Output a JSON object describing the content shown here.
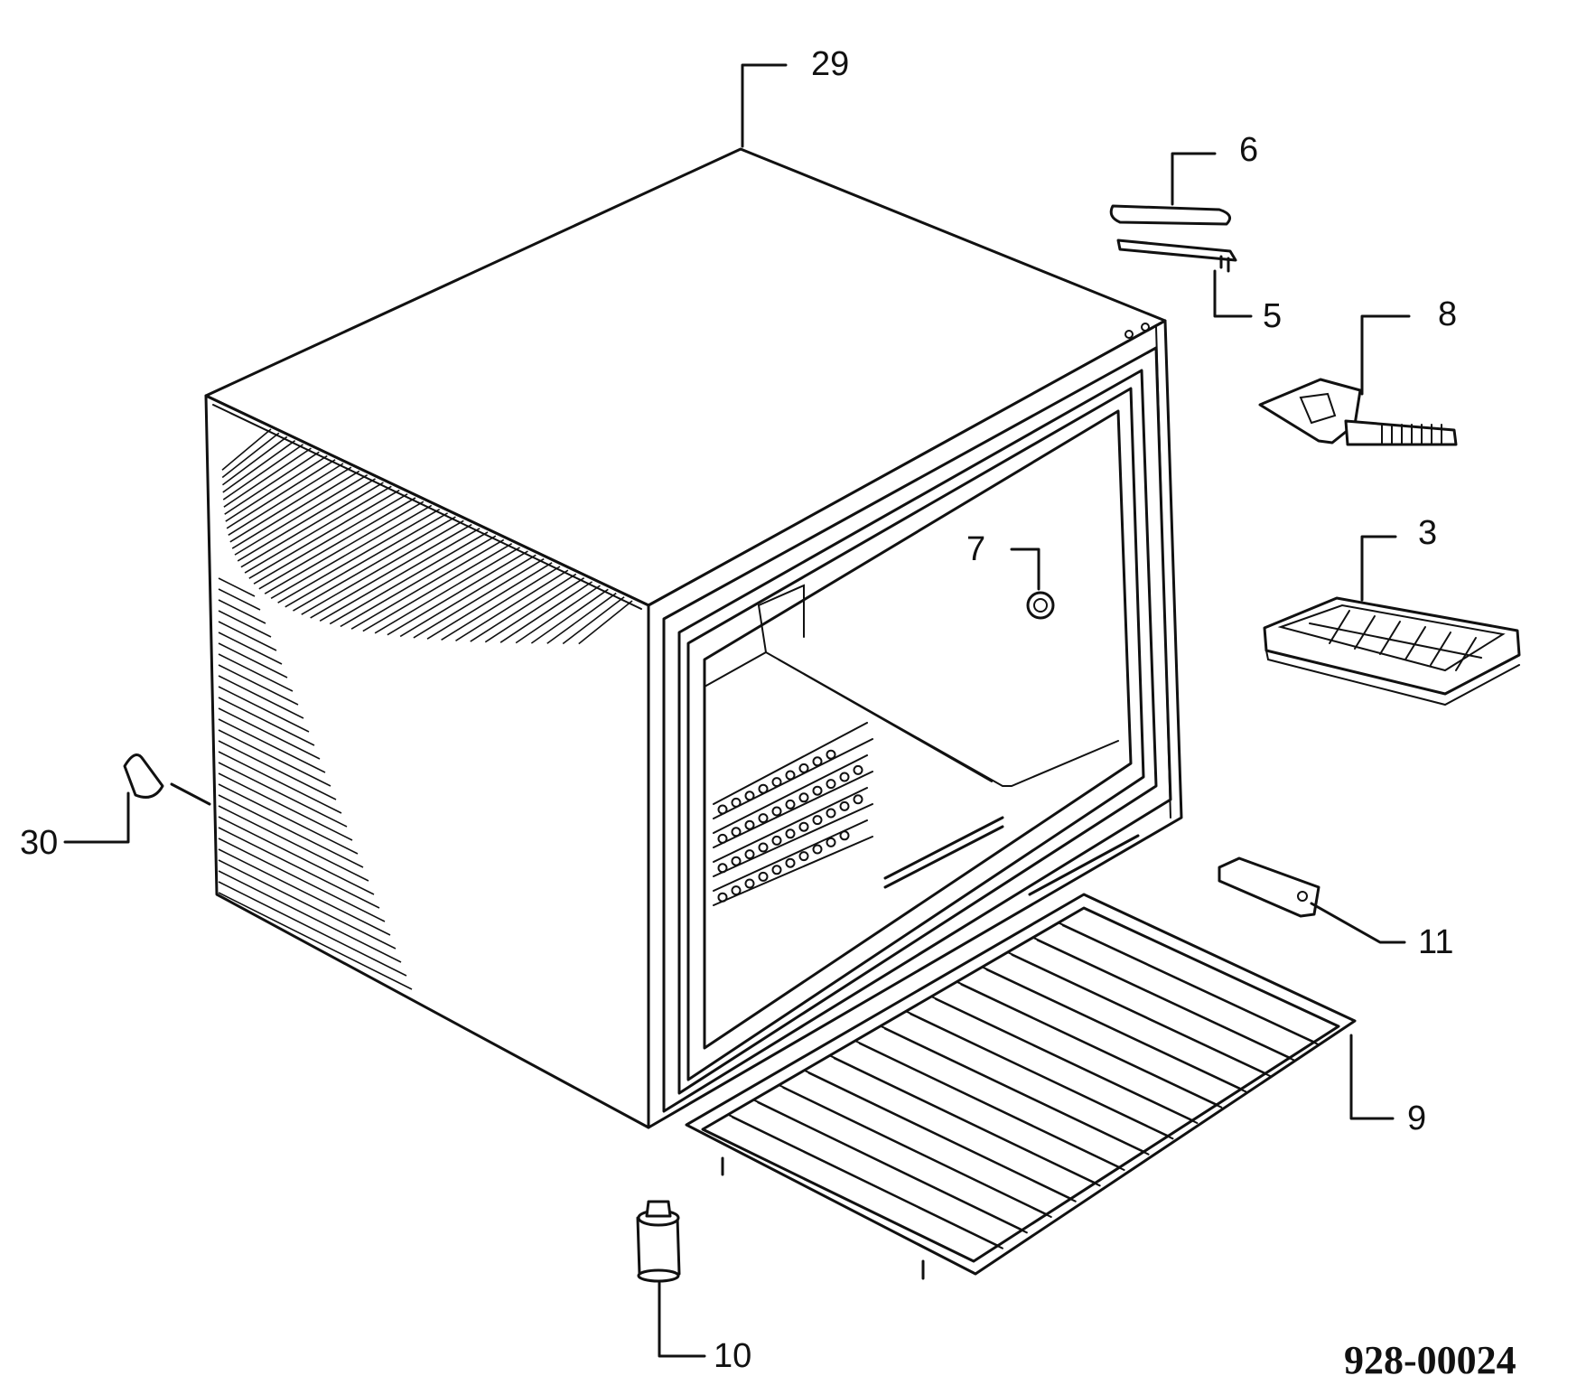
{
  "diagram": {
    "drawing_number": "928-00024",
    "parts": [
      {
        "id": "29",
        "name": "cabinet"
      },
      {
        "id": "6",
        "name": "hinge-cover"
      },
      {
        "id": "5",
        "name": "hinge"
      },
      {
        "id": "8",
        "name": "ice-scraper"
      },
      {
        "id": "3",
        "name": "ice-tray"
      },
      {
        "id": "7",
        "name": "screw"
      },
      {
        "id": "30",
        "name": "key-plug"
      },
      {
        "id": "11",
        "name": "bracket"
      },
      {
        "id": "9",
        "name": "wire-shelf"
      },
      {
        "id": "10",
        "name": "foot"
      }
    ]
  }
}
